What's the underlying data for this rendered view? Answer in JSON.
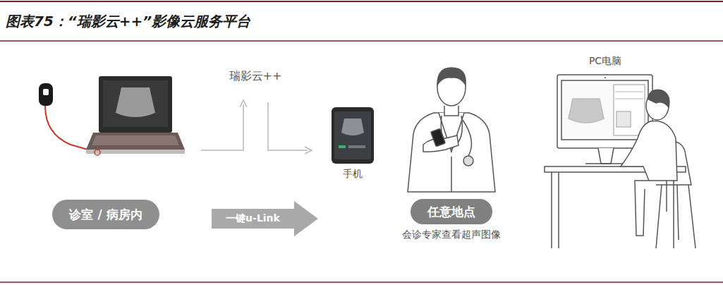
{
  "diagram": {
    "title": "图表75：“瑞影云++”影像云服务平台",
    "nodes": [
      {
        "text": [
          "诊室 / 病房内"
        ]
      },
      {
        "text": [
          "一键u-Link"
        ]
      },
      {
        "text": [
          "任意地点"
        ]
      }
    ],
    "labels": [
      "瑞影云++",
      "手机",
      "会诊专家查看超声图像",
      "PC电脑"
    ]
  }
}
